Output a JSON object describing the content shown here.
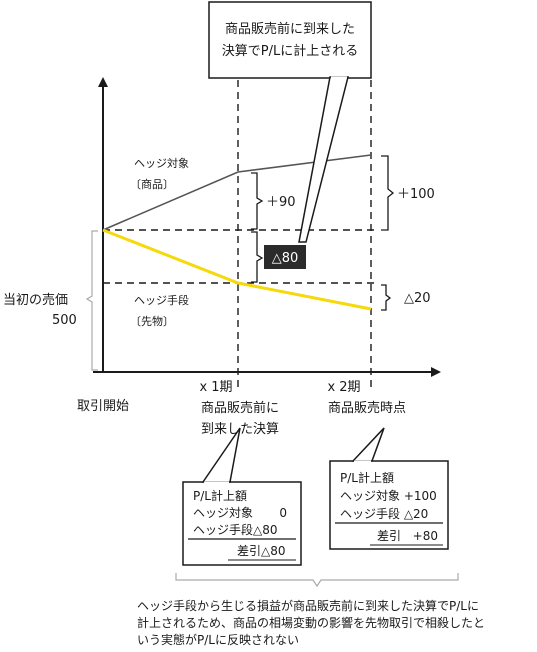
{
  "top_callout": {
    "line1": "商品販売前に到来した",
    "line2": "決算でP/Lに計上される"
  },
  "hedged_item": {
    "line1": "ヘッジ対象",
    "line2": "〔商品〕",
    "change_period1": "＋90",
    "change_period2": "＋100"
  },
  "hedging_instrument": {
    "line1": "ヘッジ手段",
    "line2": "〔先物〕",
    "change_period1": "△80",
    "change_period2": "△20"
  },
  "initial_price": {
    "label": "当初の売価",
    "value": "500"
  },
  "time_axis": {
    "start": "取引開始",
    "period1": {
      "tick": "x 1期",
      "line1": "商品販売前に",
      "line2": "到来した決算"
    },
    "period2": {
      "tick": "x 2期",
      "line1": "商品販売時点"
    }
  },
  "pl_box_period1": {
    "title": "P/L計上額",
    "row1_label": "ヘッジ対象",
    "row1_value": "0",
    "row2": "ヘッジ手段△80",
    "diff": "差引△80"
  },
  "pl_box_period2": {
    "title": "P/L計上額",
    "row1": "ヘッジ対象 +100",
    "row2": "ヘッジ手段 △20",
    "diff_label": "差引",
    "diff_value": "+80"
  },
  "footer_note": {
    "line1": "ヘッジ手段から生じる損益が商品販売前に到来した決算でP/Lに",
    "line2": "計上されるため、商品の相場変動の影響を先物取引で相殺したと",
    "line3": "いう実態がP/Lに反映されない"
  },
  "colors": {
    "hedging_line": "#f5d90a",
    "label_box_bg": "#2b2b2b",
    "line": "#1a1a1a"
  }
}
